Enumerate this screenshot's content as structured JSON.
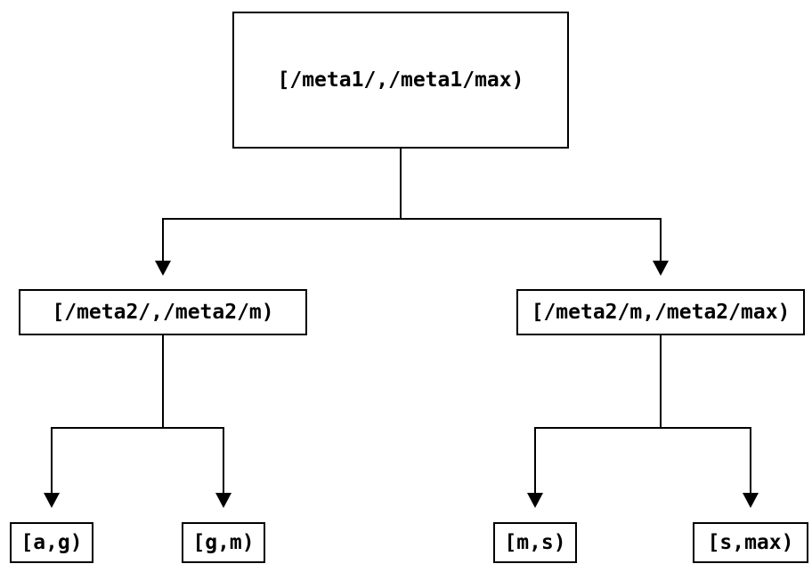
{
  "diagram": {
    "kind": "interval-partition-tree",
    "colors": {
      "background": "#ffffff",
      "line": "#000000",
      "text": "#000000",
      "node_fill": "#ffffff"
    },
    "nodes": {
      "root": {
        "id": "root",
        "label": "[/meta1/,/meta1/max)"
      },
      "left": {
        "id": "left",
        "label": "[/meta2/,/meta2/m)"
      },
      "right": {
        "id": "right",
        "label": "[/meta2/m,/meta2/max)"
      },
      "leaf_ag": {
        "id": "leaf_ag",
        "label": "[a,g)"
      },
      "leaf_gm": {
        "id": "leaf_gm",
        "label": "[g,m)"
      },
      "leaf_ms": {
        "id": "leaf_ms",
        "label": "[m,s)"
      },
      "leaf_smax": {
        "id": "leaf_smax",
        "label": "[s,max)"
      }
    },
    "edges": [
      {
        "from": "root",
        "to": "left"
      },
      {
        "from": "root",
        "to": "right"
      },
      {
        "from": "left",
        "to": "leaf_ag"
      },
      {
        "from": "left",
        "to": "leaf_gm"
      },
      {
        "from": "right",
        "to": "leaf_ms"
      },
      {
        "from": "right",
        "to": "leaf_smax"
      }
    ]
  }
}
